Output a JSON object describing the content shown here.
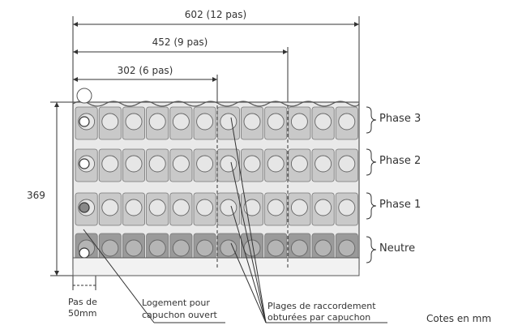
{
  "dimensions": {
    "width_12": "602 (12 pas)",
    "width_9": "452 (9 pas)",
    "width_6": "302 (6 pas)",
    "height": "369"
  },
  "phases": {
    "phase3": "Phase 3",
    "phase2": "Phase 2",
    "phase1": "Phase 1",
    "neutre": "Neutre"
  },
  "notes": {
    "pas_line1": "Pas de",
    "pas_line2": "50mm",
    "logement_line1": "Logement pour",
    "logement_line2": "capuchon ouvert",
    "plages_line1": "Plages de raccordement",
    "plages_line2": "obturées par capuchon",
    "cotes": "Cotes en mm"
  },
  "colors": {
    "line": "#333333",
    "module_light": "#c9c9c9",
    "module_dark": "#9a9a9a",
    "frame": "#555555"
  }
}
